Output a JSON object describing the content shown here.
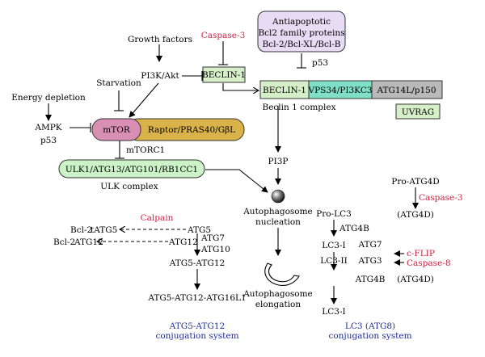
{
  "colors": {
    "black": "#000000",
    "red": "#d11f3f",
    "blue": "#1f2f9a",
    "lavender": "#e8dcf4",
    "pink": "#d98fb3",
    "gold": "#d9b24a",
    "light_green": "#d6efc9",
    "teal": "#7fe0c7",
    "gray": "#b9b9b9",
    "mint": "#ccf2c8"
  },
  "upstream": {
    "growth_factors": "Growth factors",
    "pi3k_akt": "PI3K/Akt",
    "starvation": "Starvation",
    "energy_depletion": "Energy depletion",
    "ampk": "AMPK",
    "p53_left": "p53",
    "caspase3_top": "Caspase-3"
  },
  "antiapoptotic": {
    "line1": "Antiapoptotic",
    "line2": "Bcl2 family proteins",
    "line3": "Bcl-2/Bcl-XL/Bcl-B",
    "p53": "p53"
  },
  "beclin": {
    "beclin1_single": "BECLIN-1",
    "complex_beclin1": "BECLIN-1",
    "complex_vps": "VPS34/PI3KC3",
    "complex_atg14": "ATG14L/p150",
    "complex_label": "Beclin 1 complex",
    "uvrag": "UVRAG"
  },
  "mtor": {
    "mtor": "mTOR",
    "raptor": "Raptor/PRAS40/GβL",
    "mtorc1": "mTORC1"
  },
  "ulk": {
    "box": "ULK1/ATG13/ATG101/RB1CC1",
    "label": "ULK complex"
  },
  "autophagosome": {
    "pi3p": "PI3P",
    "nucleation_1": "Autophagosome",
    "nucleation_2": "nucleation",
    "elongation_1": "Autophagosome",
    "elongation_2": "elongation"
  },
  "atg12_system": {
    "calpain": "Calpain",
    "bcl2_a": "Bcl-2",
    "tatg5": "tATG5",
    "atg5": "ATG5",
    "bcl2_b": "Bcl-2",
    "atg12_left": "ATG12",
    "atg12": "ATG12",
    "atg7": "ATG7",
    "atg10": "ATG10",
    "atg5_atg12": "ATG5-ATG12",
    "atg5_atg12_atg16": "ATG5-ATG12-ATG16L1",
    "title_1": "ATG5-ATG12",
    "title_2": "conjugation system"
  },
  "lc3_system": {
    "pro_atg4d": "Pro-ATG4D",
    "caspase3": "Caspase-3",
    "atg4d_1": "(ATG4D)",
    "pro_lc3": "Pro-LC3",
    "atg4b_1": "ATG4B",
    "lc3_i_1": "LC3-I",
    "atg7": "ATG7",
    "lc3_ii": "LC3-II",
    "atg3": "ATG3",
    "cflip": "c-FLIP",
    "caspase8": "Caspase-8",
    "lc3_i_2": "LC3-I",
    "atg4b_2": "ATG4B",
    "atg4d_2": "(ATG4D)",
    "title_1": "LC3 (ATG8)",
    "title_2": "conjugation system"
  }
}
